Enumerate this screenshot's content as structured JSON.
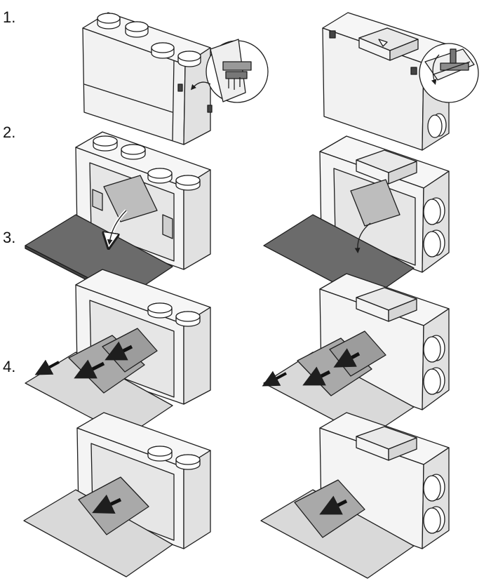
{
  "steps": [
    {
      "label": "1."
    },
    {
      "label": "2."
    },
    {
      "label": "3."
    },
    {
      "label": "4."
    }
  ],
  "colors": {
    "line": "#1e1e1e",
    "body_light": "#f2f2f2",
    "body_side": "#e2e2e2",
    "panel_dark": "#6b6b6b",
    "panel_light": "#d9d9d9",
    "filter": "#a9a9a9",
    "duct": "#ffffff"
  },
  "icons": [
    "arrow-icon",
    "curved-arrow-icon",
    "latch-icon",
    "magnifier-circle-icon"
  ]
}
